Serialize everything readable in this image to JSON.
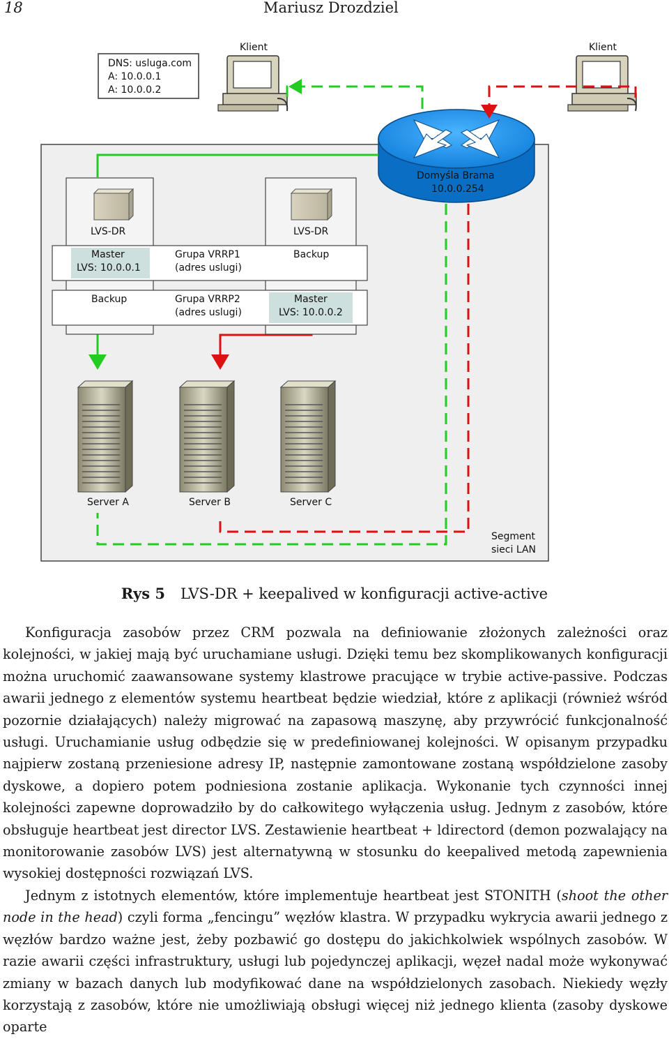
{
  "header": {
    "page_number": "18",
    "author": "Mariusz Drozdziel"
  },
  "figure": {
    "dns_box": [
      "DNS: usluga.com",
      "A: 10.0.0.1",
      "A: 10.0.0.2"
    ],
    "client_left": "Klient",
    "client_right": "Klient",
    "gateway": [
      "Domyśla Brama",
      "10.0.0.254"
    ],
    "lvs_left": {
      "title": "LVS-DR",
      "row1": [
        "Master",
        "LVS: 10.0.0.1"
      ],
      "row2": "Backup"
    },
    "lvs_right": {
      "title": "LVS-DR",
      "row1": "Backup",
      "row2": [
        "Master",
        "LVS: 10.0.0.2"
      ]
    },
    "vrrp1": [
      "Grupa VRRP1",
      "(adres uslugi)"
    ],
    "vrrp2": [
      "Grupa VRRP2",
      "(adres uslugi)"
    ],
    "servers": [
      "Server A",
      "Server B",
      "Server C"
    ],
    "segment": [
      "Segment",
      "sieci LAN"
    ],
    "colors": {
      "green": "#22cc22",
      "red": "#dd1111",
      "router": "#0077cc",
      "panel": "#efefef",
      "highlight": "#cde0de"
    }
  },
  "caption": {
    "label": "Rys 5",
    "text": "LVS-DR + keepalived w konfiguracji active-active"
  },
  "body": {
    "p1": "Konfiguracja zasobów przez CRM pozwala na definiowanie złożonych zależności oraz kolejności, w jakiej mają być uruchamiane usługi. Dzięki temu bez skomplikowanych konfiguracji można uruchomić zaawansowane systemy klastrowe pracujące w trybie active-passive. Podczas awarii jednego z elementów systemu heartbeat będzie wiedział, które z aplikacji (również wśród pozornie działających) należy migrować na zapasową maszynę, aby przywrócić funkcjonalność usługi. Uruchamianie usług odbędzie się w predefiniowanej kolejności. W opisanym przypadku najpierw zostaną przeniesione adresy IP, następnie zamontowane zostaną współdzielone zasoby dyskowe, a dopiero potem podniesiona zostanie aplikacja. Wykonanie tych czynności innej kolejności zapewne doprowadziło by do całkowitego wyłączenia usług. Jednym z zasobów, które obsługuje heartbeat jest director LVS. Zestawienie heartbeat + ldirectord (demon pozwalający na monitorowanie zasobów LVS) jest alternatywną w stosunku do keepalived metodą zapewnienia wysokiej dostępności rozwiązań LVS.",
    "p2_a": "Jednym z istotnych elementów, które implementuje heartbeat jest STONITH (",
    "p2_italic": "shoot the other node in the head",
    "p2_b": ") czyli forma „fencingu” węzłów klastra. W przypadku wykrycia awarii jednego z węzłów bardzo ważne jest, żeby pozbawić go dostępu do jakichkolwiek wspólnych zasobów. W razie awarii części infrastruktury, usługi lub pojedynczej aplikacji, węzeł nadal może wykonywać zmiany w bazach danych lub modyfikować dane na współdzielonych zasobach. Niekiedy węzły korzystają z zasobów, które nie umożliwiają obsługi więcej niż jednego klienta (zasoby dyskowe oparte"
  }
}
